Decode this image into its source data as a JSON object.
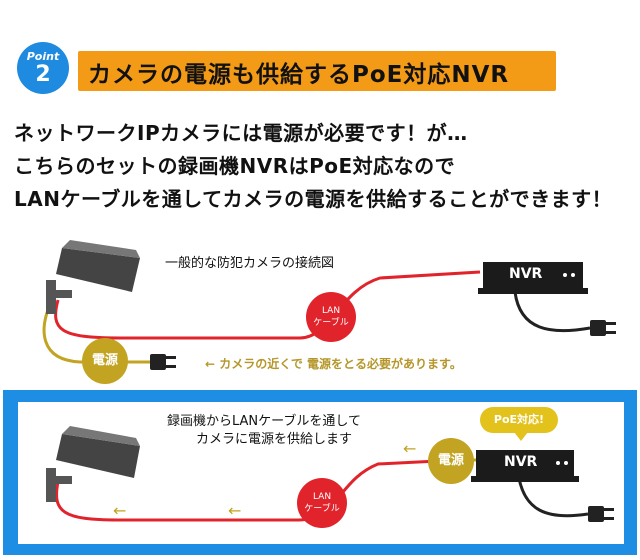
{
  "header": {
    "badge_word": "Point",
    "badge_number": "2",
    "title": "カメラの電源も供給するPoE対応NVR"
  },
  "description": [
    "ネットワークIPカメラには電源が必要です！が…",
    "こちらのセットの録画機NVRはPoE対応なので",
    "LANケーブルを通してカメラの電源を供給することができます！"
  ],
  "diagram_top": {
    "caption": "一般的な防犯カメラの接続図",
    "lan_line1": "LAN",
    "lan_line2": "ケーブル",
    "nvr_label": "NVR",
    "power_label": "電源",
    "note": "← カメラの近くで 電源をとる必要があります。"
  },
  "diagram_bottom": {
    "caption_line1": "録画機からLANケーブルを通して",
    "caption_line2": "カメラに電源を供給します",
    "poe_label": "PoE対応!",
    "power_label": "電源",
    "nvr_label": "NVR",
    "lan_line1": "LAN",
    "lan_line2": "ケーブル"
  },
  "colors": {
    "accent_orange": "#f39a16",
    "accent_blue": "#1e8ee5",
    "cable_red": "#e1232c",
    "power_yellow": "#c2a322"
  }
}
